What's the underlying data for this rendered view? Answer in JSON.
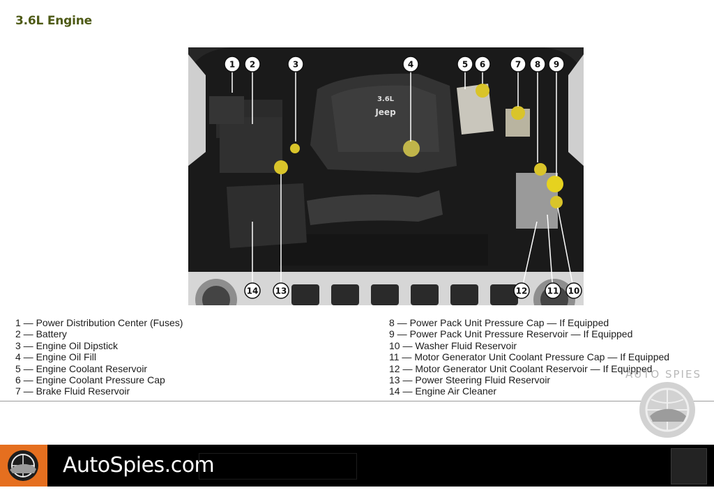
{
  "section_title": "3.6L Engine",
  "photo": {
    "engine_badge": "3.6L",
    "brand_badge": "Jeep",
    "callout_numbers": [
      "1",
      "2",
      "3",
      "4",
      "5",
      "6",
      "7",
      "8",
      "9",
      "10",
      "11",
      "12",
      "13",
      "14"
    ]
  },
  "legend_left": [
    "1 — Power Distribution Center (Fuses)",
    "2 — Battery",
    "3 — Engine Oil Dipstick",
    "4 — Engine Oil Fill",
    "5 — Engine Coolant Reservoir",
    "6 — Engine Coolant Pressure Cap",
    "7 — Brake Fluid Reservoir"
  ],
  "legend_right": [
    "8 — Power Pack Unit Pressure Cap — If Equipped",
    "9 — Power Pack Unit Pressure Reservoir — If Equipped",
    "10 — Washer Fluid Reservoir",
    "11 — Motor Generator Unit Coolant Pressure Cap — If Equipped",
    "12 — Motor Generator Unit Coolant Reservoir — If Equipped",
    "13 — Power Steering Fluid Reservoir",
    "14 — Engine Air Cleaner"
  ],
  "watermark": {
    "text": "AUTO SPIES",
    "logo_icon": "globe-car-icon"
  },
  "footer": {
    "brand": "AutoSpies.com",
    "badge_color": "#e56f1f",
    "logo_icon": "globe-car-icon"
  }
}
